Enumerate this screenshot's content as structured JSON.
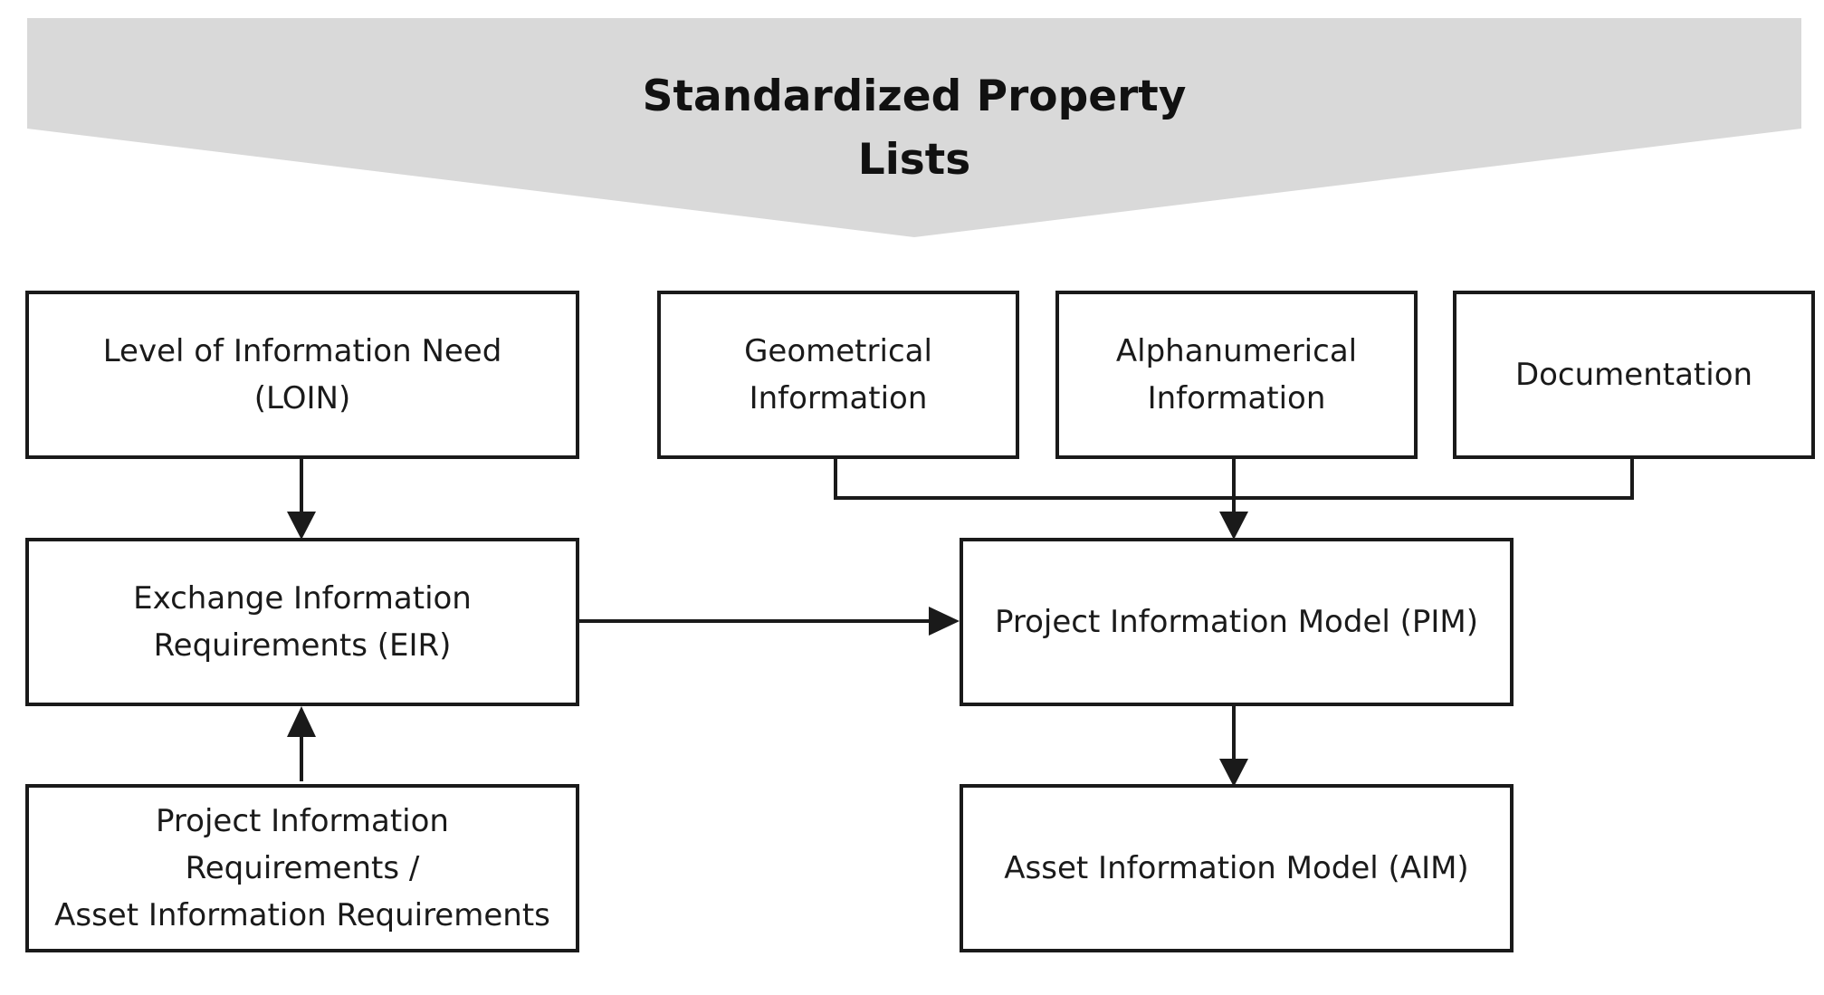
{
  "banner": {
    "line1": "Standardized Property",
    "line2": "Lists",
    "fill_color": "#d9d9d9"
  },
  "boxes": {
    "loin": {
      "line1": "Level of Information Need",
      "line2": "(LOIN)"
    },
    "geometrical": {
      "line1": "Geometrical",
      "line2": "Information"
    },
    "alphanumerical": {
      "line1": "Alphanumerical",
      "line2": "Information"
    },
    "documentation": {
      "line1": "Documentation"
    },
    "eir": {
      "line1": "Exchange Information",
      "line2": "Requirements (EIR)"
    },
    "pim": {
      "line1": "Project Information Model (PIM)"
    },
    "pir_air": {
      "line1": "Project Information",
      "line2": "Requirements /",
      "line3": "Asset Information Requirements"
    },
    "aim": {
      "line1": "Asset Information Model (AIM)"
    }
  },
  "colors": {
    "stroke": "#1a1a1a",
    "box_fill": "#ffffff",
    "text": "#1a1a1a"
  }
}
